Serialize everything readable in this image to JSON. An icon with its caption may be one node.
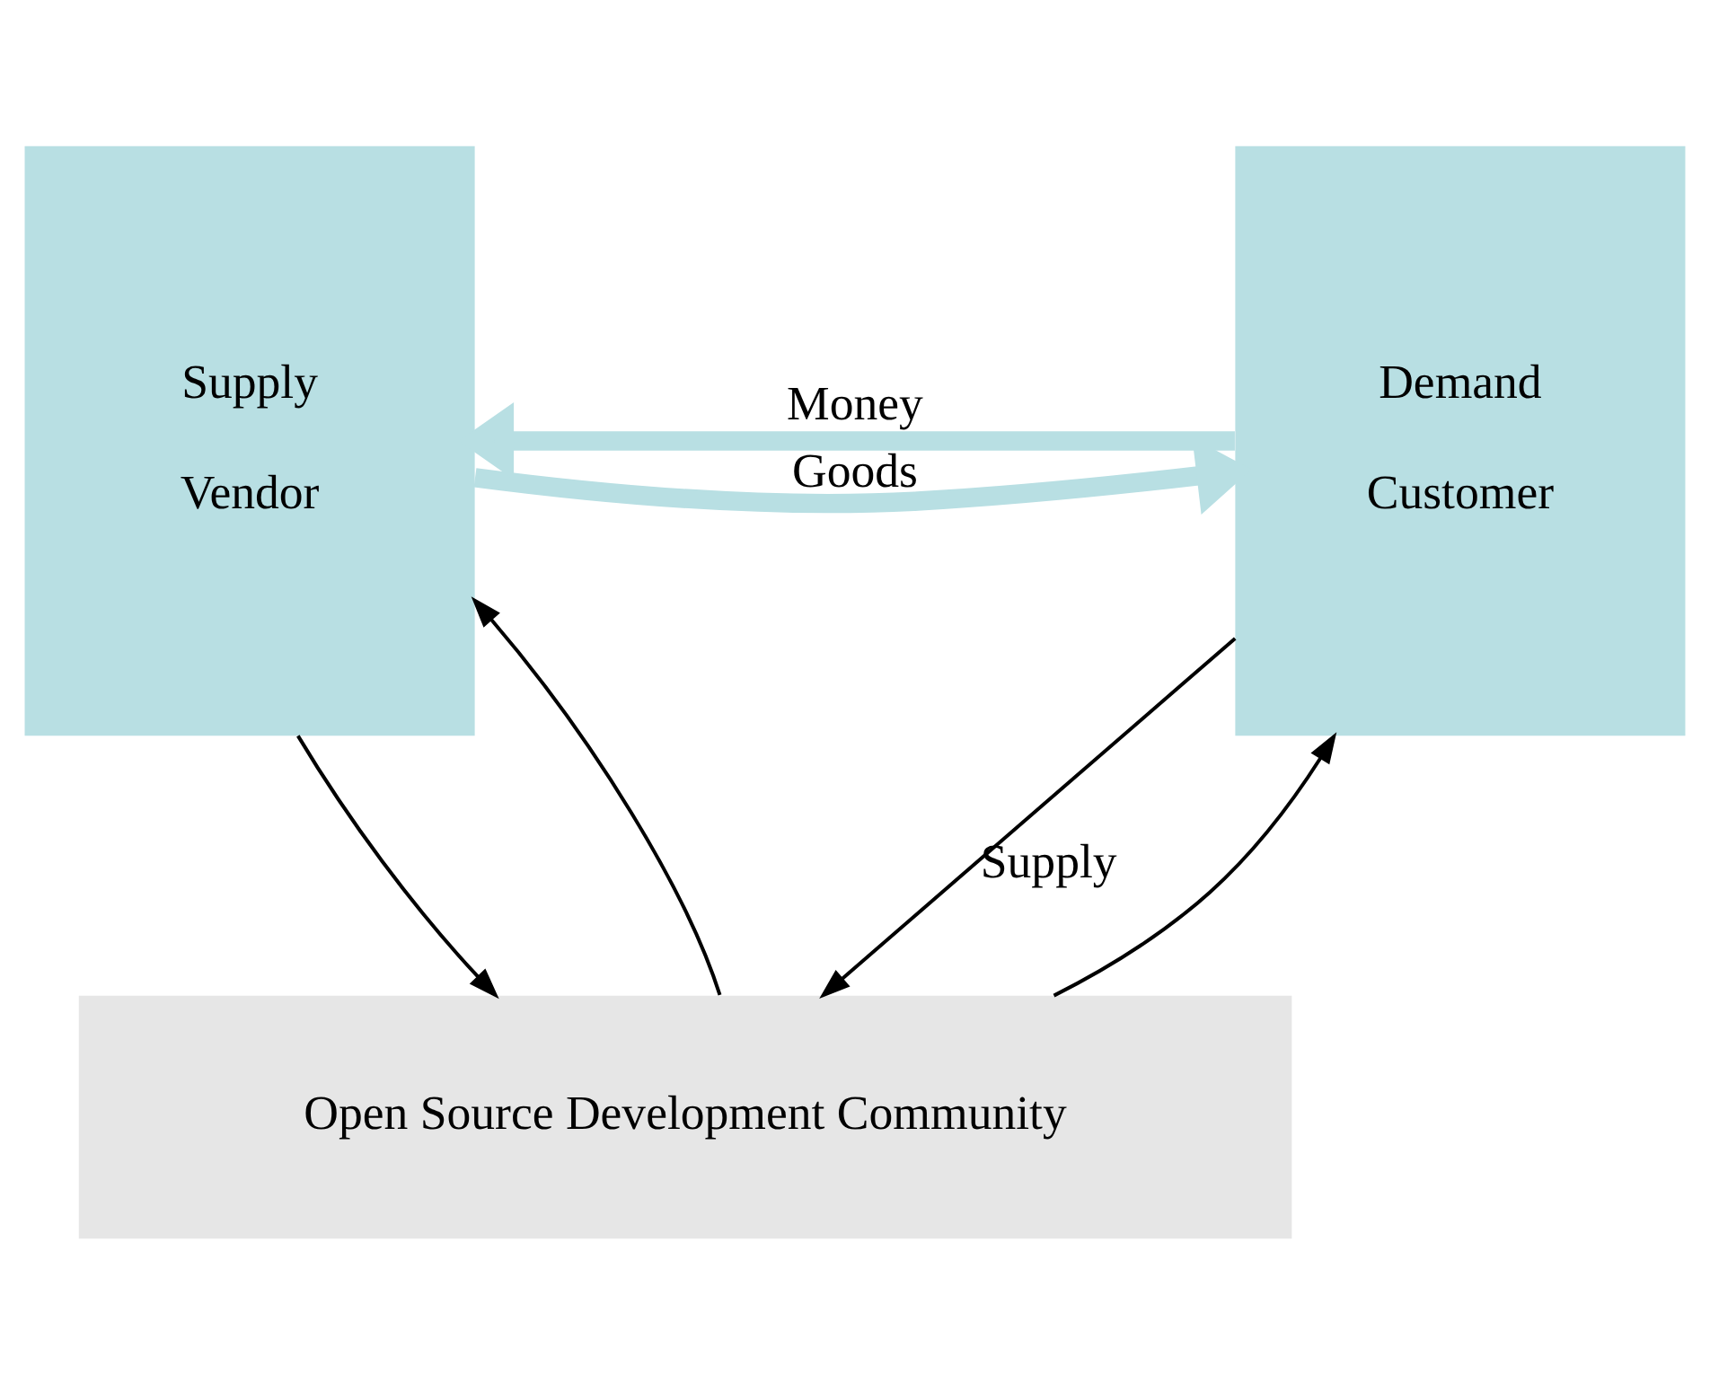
{
  "diagram": {
    "nodes": [
      {
        "text": [
          "Supply",
          "Vendor"
        ]
      },
      {
        "text": [
          "Demand",
          "Customer"
        ]
      },
      {
        "text": [
          "Open Source Development Community"
        ]
      }
    ],
    "edges": [
      {
        "from": 0,
        "to": 1,
        "arrow": "to",
        "label": "Goods",
        "style": "thick",
        "color": "#b8dfe3"
      },
      {
        "from": 1,
        "to": 0,
        "arrow": "to",
        "label": "Money",
        "style": "thick",
        "color": "#b8dfe3"
      },
      {
        "from": 2,
        "to": 0,
        "arrow": "to"
      },
      {
        "from": 0,
        "to": 2,
        "arrow": "to"
      },
      {
        "from": 1,
        "to": 2,
        "arrow": "to",
        "label": "Supply"
      },
      {
        "from": 2,
        "to": 1,
        "arrow": "to"
      }
    ]
  }
}
